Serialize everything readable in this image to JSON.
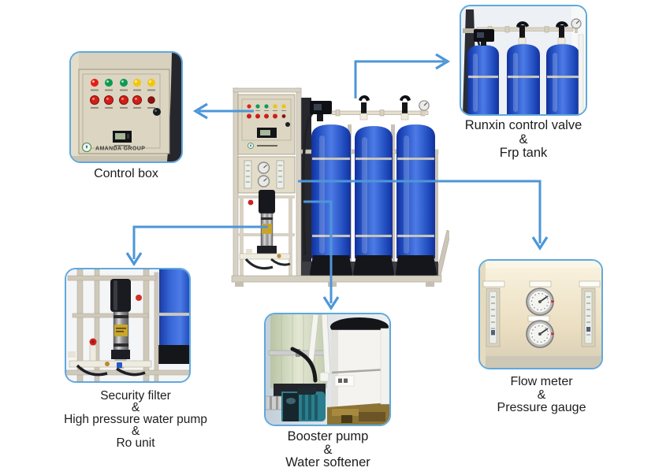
{
  "page": {
    "background": "#ffffff"
  },
  "colors": {
    "arrow": "#4d96d8",
    "callout_border": "#5fa8de",
    "tank_blue": "#2a58cf",
    "panel_beige": "#ddd6c3",
    "label_text": "#1d1d1d"
  },
  "callouts": {
    "control_box": {
      "label": [
        "Control box"
      ],
      "brand": "AMANDA GROUP"
    },
    "runxin_frp": {
      "label": [
        "Runxin control valve",
        "&",
        "Frp tank"
      ]
    },
    "security_ro": {
      "label": [
        "Security filter",
        "&",
        "High pressure water pump",
        "&",
        "Ro unit"
      ]
    },
    "booster_softener": {
      "label": [
        "Booster pump",
        "&",
        "Water softener"
      ]
    },
    "flow_pressure": {
      "label": [
        "Flow meter",
        "&",
        "Pressure gauge"
      ]
    }
  }
}
